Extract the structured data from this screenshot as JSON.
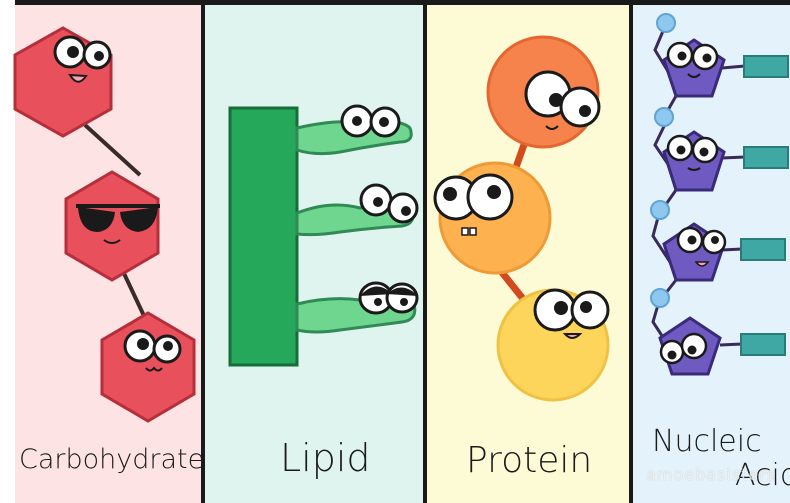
{
  "panels": {
    "carbohydrate": {
      "label": "Carbohydrate"
    },
    "lipid": {
      "label": "Lipid"
    },
    "protein": {
      "label": "Protein"
    },
    "nucleic_acid": {
      "label_line1": "Nucleic",
      "label_line2": "Acid"
    }
  },
  "watermark": "amoebasisters",
  "colors": {
    "carbohydrate_bg": "#fde3e3",
    "carbohydrate_shape": "#e8505b",
    "lipid_bg": "#e0f4ef",
    "lipid_glycerol": "#26a85a",
    "lipid_tail": "#6fd690",
    "protein_bg": "#fdfbd6",
    "protein_orange": "#f7834c",
    "protein_light_orange": "#fdb14f",
    "protein_yellow": "#fdd55b",
    "nucleic_bg": "#e4f3fb",
    "nucleic_sugar": "#6e5ac0",
    "nucleic_phosphate": "#8fc8ef",
    "nucleic_base": "#3fa7a4"
  },
  "icons": [
    "hexagon-sugar",
    "sunglasses",
    "glycerol-block",
    "fatty-acid-tail",
    "amino-acid-circle",
    "nucleotide-pentagon",
    "phosphate-dot",
    "nitrogen-base-bar"
  ]
}
